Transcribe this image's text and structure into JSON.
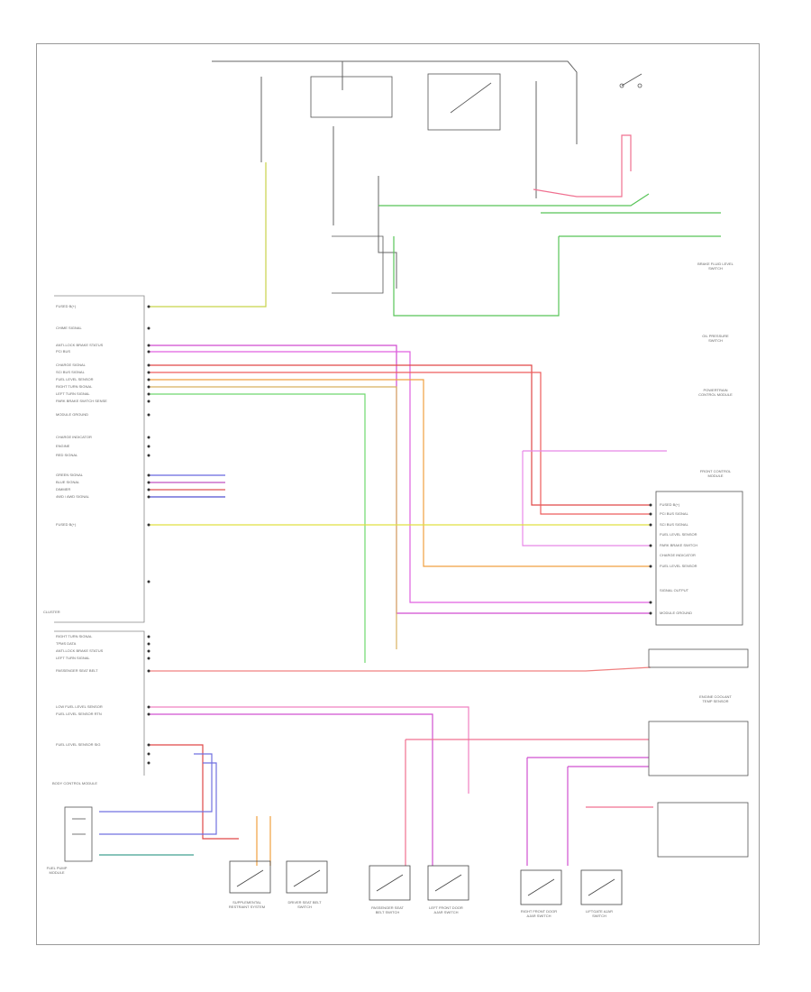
{
  "diagram": {
    "page_id": "",
    "cluster_label": "CLUSTER",
    "left_pins": [
      "FUSED B(+)",
      "CHIME SIGNAL",
      "ANTI-LOCK BRAKE STATUS",
      "PCI BUS",
      "CHARGE SIGNAL",
      "SCI BUS SIGNAL",
      "FUEL LEVEL SENSOR",
      "RIGHT TURN SIGNAL",
      "LEFT TURN SIGNAL",
      "PARK BRAKE SWITCH SENSE",
      "MODULE GROUND",
      "CHARGE INDICATOR",
      "ENGINE",
      "RED SIGNAL",
      "GREEN SIGNAL",
      "BLUE SIGNAL",
      "DIMMER",
      "4WD / AWD SIGNAL",
      "FUSED B(+)",
      "RIGHT TURN SIGNAL",
      "TPMS DATA",
      "ANTI-LOCK BRAKE STATUS",
      "LEFT TURN SIGNAL",
      "PASSENGER SEAT BELT",
      "LOW FUEL LEVEL SENSOR",
      "FUEL LEVEL SENSOR RTN",
      "FUEL LEVEL SENSOR SIG"
    ],
    "right_pins": [
      "FUSED B(+)",
      "PCI BUS SIGNAL",
      "SCI BUS SIGNAL",
      "FUEL LEVEL SENSOR",
      "PARK BRAKE SWITCH",
      "CHARGE INDICATOR",
      "FUEL LEVEL SENSOR",
      "SIGNAL OUTPUT",
      "MODULE GROUND"
    ],
    "bottom_components": [
      "SUPPLEMENTAL RESTRAINT SYSTEM",
      "DRIVER SEAT BELT SWITCH",
      "PASSENGER SEAT BELT SWITCH",
      "LEFT FRONT DOOR AJAR SWITCH",
      "RIGHT FRONT DOOR AJAR SWITCH",
      "LIFTGATE AJAR SWITCH"
    ],
    "right_components": [
      "BRAKE FLUID LEVEL SWITCH",
      "OIL PRESSURE SWITCH",
      "POWERTRAIN CONTROL MODULE",
      "FRONT CONTROL MODULE",
      "ENGINE COOLANT TEMP SENSOR"
    ],
    "left_components": [
      "FUEL PUMP MODULE",
      "BODY CONTROL MODULE"
    ]
  }
}
